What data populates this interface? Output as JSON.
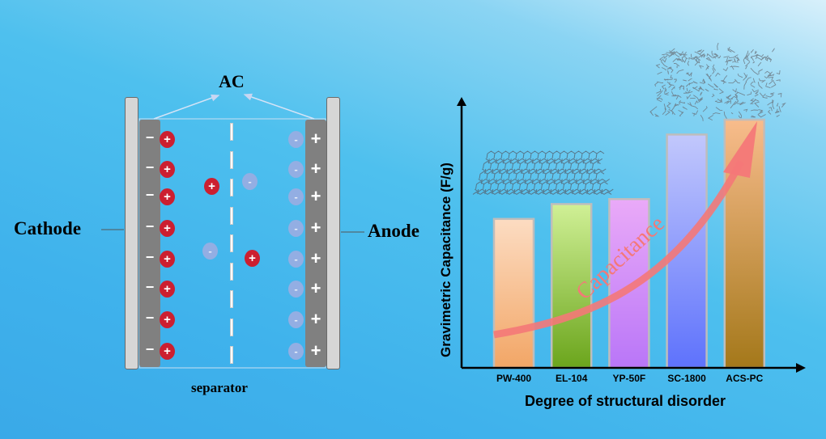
{
  "diagram": {
    "title_label": "AC",
    "cathode_label": "Cathode",
    "anode_label": "Anode",
    "separator_label": "separator",
    "cathode_electrode_sign": "−",
    "anode_electrode_sign": "+",
    "cation_symbol": "+",
    "anion_symbol": "-",
    "colors": {
      "cation": "#cc1f30",
      "anion": "#93aee3",
      "electrode": "#808080",
      "current_collector": "#d6d6d6"
    }
  },
  "chart_data": {
    "type": "bar",
    "title": "",
    "xlabel": "Degree of structural disorder",
    "ylabel": "Gravimetric Capacitance (F/g)",
    "categories": [
      "PW-400",
      "EL-104",
      "YP-50F",
      "SC-1800",
      "ACS-PC"
    ],
    "values": [
      0.6,
      0.66,
      0.68,
      0.94,
      1.0
    ],
    "value_units": "relative (no y-axis ticks shown)",
    "ylim": [
      0,
      1.05
    ],
    "grid": false,
    "legend": "none",
    "bar_colors": [
      [
        "#fcdcc2",
        "#f2a666"
      ],
      [
        "#d0f096",
        "#6ba51c"
      ],
      [
        "#eaaaf8",
        "#b976f8"
      ],
      [
        "#c2c8fc",
        "#5e72fc"
      ],
      [
        "#f8bc8c",
        "#a4781a"
      ]
    ],
    "annotations": [
      {
        "text": "Capacitance",
        "kind": "rising-arrow",
        "color": "#f47878"
      },
      {
        "text": "",
        "kind": "graphene-sheet-image",
        "near": "PW-400"
      },
      {
        "text": "",
        "kind": "disordered-carbon-network-image",
        "near": "ACS-PC"
      }
    ]
  }
}
